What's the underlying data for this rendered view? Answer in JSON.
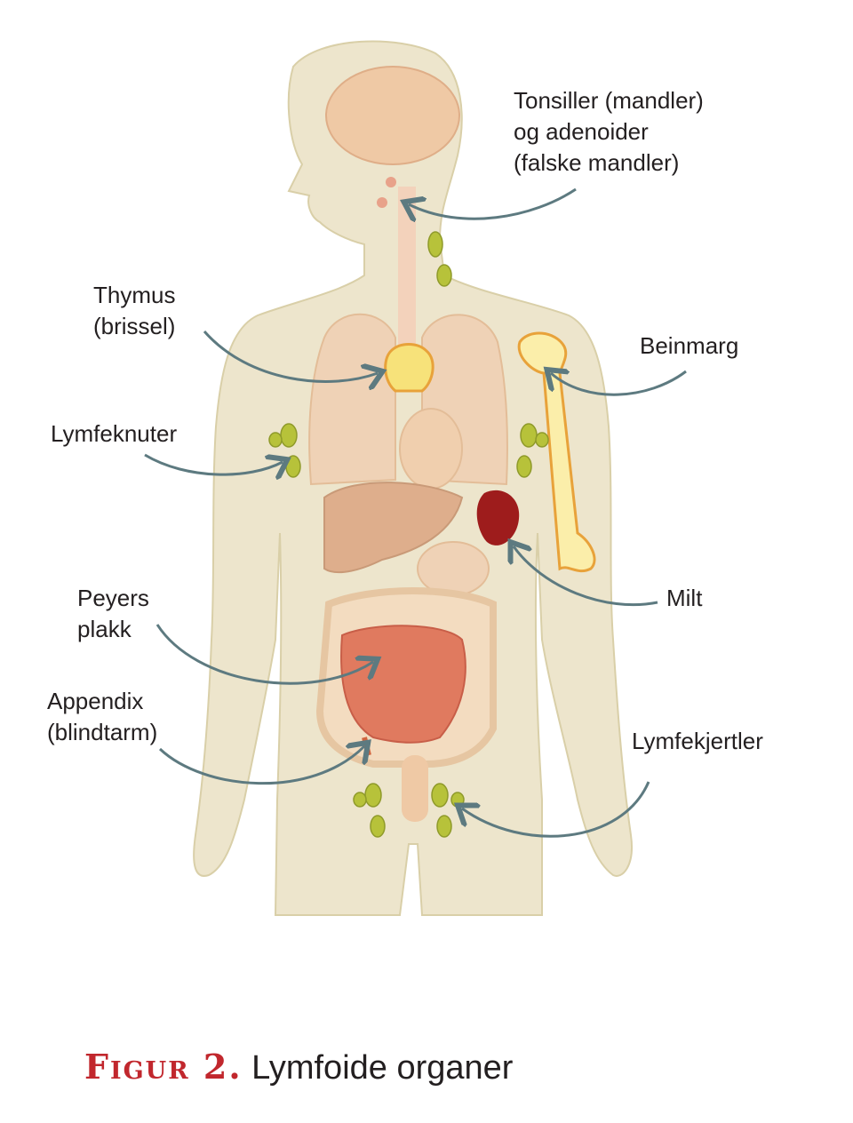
{
  "labels": {
    "tonsils": "Tonsiller (mandler)\nog adenoider\n(falske mandler)",
    "thymus": "Thymus\n(brissel)",
    "bone_marrow": "Beinmarg",
    "lymph_nodes": "Lymfeknuter",
    "spleen": "Milt",
    "peyers": "Peyers\nplakk",
    "appendix": "Appendix\n(blindtarm)",
    "lymph_glands": "Lymfekjertler"
  },
  "caption": {
    "figure": "Figur 2.",
    "title": "Lymfoide organer"
  },
  "colors": {
    "skin": "#ede5cc",
    "outline": "#d9cfa8",
    "arrow": "#5d7a80",
    "accent": "#c1272d",
    "node": "#b7c23a",
    "spleen": "#9e1c1c",
    "intestine": "#e07a5f"
  }
}
